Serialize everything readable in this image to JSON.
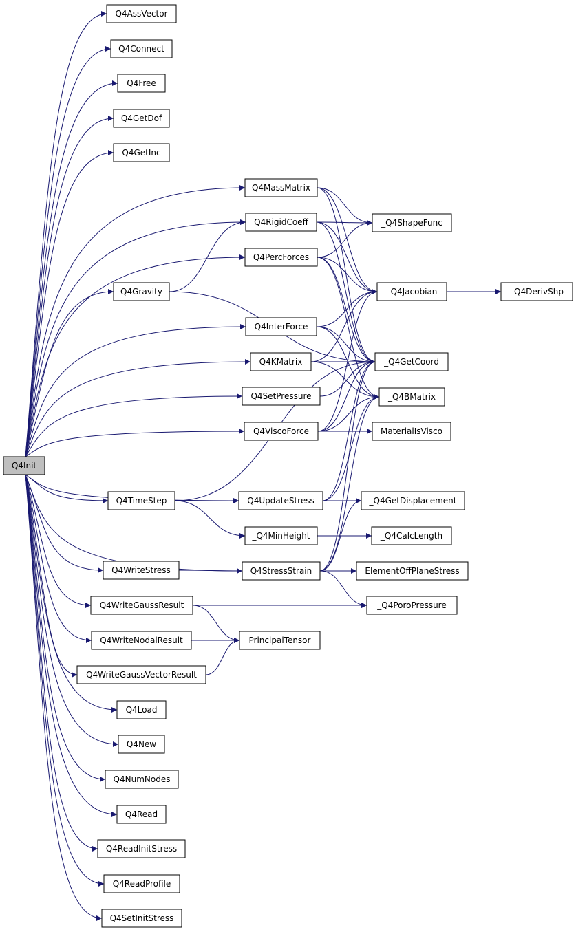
{
  "root": "Q4Init",
  "nodes": [
    {
      "id": "Q4Init",
      "label": "Q4Init",
      "root": true
    },
    {
      "id": "Q4AssVector",
      "label": "Q4AssVector"
    },
    {
      "id": "Q4Connect",
      "label": "Q4Connect"
    },
    {
      "id": "Q4Free",
      "label": "Q4Free"
    },
    {
      "id": "Q4GetDof",
      "label": "Q4GetDof"
    },
    {
      "id": "Q4GetInc",
      "label": "Q4GetInc"
    },
    {
      "id": "Q4MassMatrix",
      "label": "Q4MassMatrix"
    },
    {
      "id": "Q4RigidCoeff",
      "label": "Q4RigidCoeff"
    },
    {
      "id": "Q4PercForces",
      "label": "Q4PercForces"
    },
    {
      "id": "Q4Gravity",
      "label": "Q4Gravity"
    },
    {
      "id": "Q4InterForce",
      "label": "Q4InterForce"
    },
    {
      "id": "Q4KMatrix",
      "label": "Q4KMatrix"
    },
    {
      "id": "Q4SetPressure",
      "label": "Q4SetPressure"
    },
    {
      "id": "Q4ViscoForce",
      "label": "Q4ViscoForce"
    },
    {
      "id": "Q4TimeStep",
      "label": "Q4TimeStep"
    },
    {
      "id": "Q4UpdateStress",
      "label": "Q4UpdateStress"
    },
    {
      "id": "_Q4MinHeight",
      "label": "_Q4MinHeight"
    },
    {
      "id": "Q4WriteStress",
      "label": "Q4WriteStress"
    },
    {
      "id": "Q4StressStrain",
      "label": "Q4StressStrain"
    },
    {
      "id": "Q4WriteGaussResult",
      "label": "Q4WriteGaussResult"
    },
    {
      "id": "Q4WriteNodalResult",
      "label": "Q4WriteNodalResult"
    },
    {
      "id": "Q4WriteGaussVectorResult",
      "label": "Q4WriteGaussVectorResult"
    },
    {
      "id": "PrincipalTensor",
      "label": "PrincipalTensor"
    },
    {
      "id": "Q4Load",
      "label": "Q4Load"
    },
    {
      "id": "Q4New",
      "label": "Q4New"
    },
    {
      "id": "Q4NumNodes",
      "label": "Q4NumNodes"
    },
    {
      "id": "Q4Read",
      "label": "Q4Read"
    },
    {
      "id": "Q4ReadInitStress",
      "label": "Q4ReadInitStress"
    },
    {
      "id": "Q4ReadProfile",
      "label": "Q4ReadProfile"
    },
    {
      "id": "Q4SetInitStress",
      "label": "Q4SetInitStress"
    },
    {
      "id": "_Q4ShapeFunc",
      "label": "_Q4ShapeFunc"
    },
    {
      "id": "_Q4Jacobian",
      "label": "_Q4Jacobian"
    },
    {
      "id": "_Q4DerivShp",
      "label": "_Q4DerivShp"
    },
    {
      "id": "_Q4GetCoord",
      "label": "_Q4GetCoord"
    },
    {
      "id": "_Q4BMatrix",
      "label": "_Q4BMatrix"
    },
    {
      "id": "MaterialIsVisco",
      "label": "MaterialIsVisco"
    },
    {
      "id": "_Q4GetDisplacement",
      "label": "_Q4GetDisplacement"
    },
    {
      "id": "_Q4CalcLength",
      "label": "_Q4CalcLength"
    },
    {
      "id": "ElementOffPlaneStress",
      "label": "ElementOffPlaneStress"
    },
    {
      "id": "_Q4PoroPressure",
      "label": "_Q4PoroPressure"
    }
  ],
  "edges": [
    [
      "Q4Init",
      "Q4AssVector"
    ],
    [
      "Q4Init",
      "Q4Connect"
    ],
    [
      "Q4Init",
      "Q4Free"
    ],
    [
      "Q4Init",
      "Q4GetDof"
    ],
    [
      "Q4Init",
      "Q4GetInc"
    ],
    [
      "Q4Init",
      "Q4MassMatrix"
    ],
    [
      "Q4Init",
      "Q4RigidCoeff"
    ],
    [
      "Q4Init",
      "Q4PercForces"
    ],
    [
      "Q4Init",
      "Q4Gravity"
    ],
    [
      "Q4Init",
      "Q4InterForce"
    ],
    [
      "Q4Init",
      "Q4KMatrix"
    ],
    [
      "Q4Init",
      "Q4SetPressure"
    ],
    [
      "Q4Init",
      "Q4ViscoForce"
    ],
    [
      "Q4Init",
      "Q4TimeStep"
    ],
    [
      "Q4Init",
      "Q4UpdateStress"
    ],
    [
      "Q4Init",
      "Q4WriteStress"
    ],
    [
      "Q4Init",
      "Q4StressStrain"
    ],
    [
      "Q4Init",
      "Q4WriteGaussResult"
    ],
    [
      "Q4Init",
      "Q4WriteNodalResult"
    ],
    [
      "Q4Init",
      "Q4WriteGaussVectorResult"
    ],
    [
      "Q4Init",
      "Q4Load"
    ],
    [
      "Q4Init",
      "Q4New"
    ],
    [
      "Q4Init",
      "Q4NumNodes"
    ],
    [
      "Q4Init",
      "Q4Read"
    ],
    [
      "Q4Init",
      "Q4ReadInitStress"
    ],
    [
      "Q4Init",
      "Q4ReadProfile"
    ],
    [
      "Q4Init",
      "Q4SetInitStress"
    ],
    [
      "Q4MassMatrix",
      "_Q4ShapeFunc"
    ],
    [
      "Q4MassMatrix",
      "_Q4Jacobian"
    ],
    [
      "Q4MassMatrix",
      "_Q4GetCoord"
    ],
    [
      "Q4RigidCoeff",
      "_Q4ShapeFunc"
    ],
    [
      "Q4RigidCoeff",
      "_Q4Jacobian"
    ],
    [
      "Q4RigidCoeff",
      "_Q4GetCoord"
    ],
    [
      "Q4PercForces",
      "_Q4ShapeFunc"
    ],
    [
      "Q4PercForces",
      "_Q4Jacobian"
    ],
    [
      "Q4PercForces",
      "_Q4GetCoord"
    ],
    [
      "Q4PercForces",
      "_Q4BMatrix"
    ],
    [
      "Q4Gravity",
      "Q4RigidCoeff"
    ],
    [
      "Q4Gravity",
      "_Q4GetCoord"
    ],
    [
      "Q4InterForce",
      "_Q4Jacobian"
    ],
    [
      "Q4InterForce",
      "_Q4GetCoord"
    ],
    [
      "Q4InterForce",
      "_Q4BMatrix"
    ],
    [
      "Q4KMatrix",
      "_Q4Jacobian"
    ],
    [
      "Q4KMatrix",
      "_Q4GetCoord"
    ],
    [
      "Q4KMatrix",
      "_Q4BMatrix"
    ],
    [
      "Q4SetPressure",
      "_Q4GetCoord"
    ],
    [
      "Q4ViscoForce",
      "_Q4Jacobian"
    ],
    [
      "Q4ViscoForce",
      "_Q4GetCoord"
    ],
    [
      "Q4ViscoForce",
      "_Q4BMatrix"
    ],
    [
      "Q4ViscoForce",
      "MaterialIsVisco"
    ],
    [
      "Q4TimeStep",
      "_Q4GetCoord"
    ],
    [
      "Q4TimeStep",
      "_Q4MinHeight"
    ],
    [
      "Q4UpdateStress",
      "_Q4GetCoord"
    ],
    [
      "Q4UpdateStress",
      "_Q4BMatrix"
    ],
    [
      "Q4UpdateStress",
      "_Q4GetDisplacement"
    ],
    [
      "_Q4MinHeight",
      "_Q4CalcLength"
    ],
    [
      "Q4WriteStress",
      "Q4StressStrain"
    ],
    [
      "Q4StressStrain",
      "_Q4GetCoord"
    ],
    [
      "Q4StressStrain",
      "_Q4BMatrix"
    ],
    [
      "Q4StressStrain",
      "_Q4GetDisplacement"
    ],
    [
      "Q4StressStrain",
      "ElementOffPlaneStress"
    ],
    [
      "Q4StressStrain",
      "_Q4PoroPressure"
    ],
    [
      "Q4WriteGaussResult",
      "_Q4PoroPressure"
    ],
    [
      "Q4WriteGaussResult",
      "PrincipalTensor"
    ],
    [
      "Q4WriteNodalResult",
      "PrincipalTensor"
    ],
    [
      "Q4WriteGaussVectorResult",
      "PrincipalTensor"
    ],
    [
      "_Q4Jacobian",
      "_Q4DerivShp"
    ]
  ]
}
